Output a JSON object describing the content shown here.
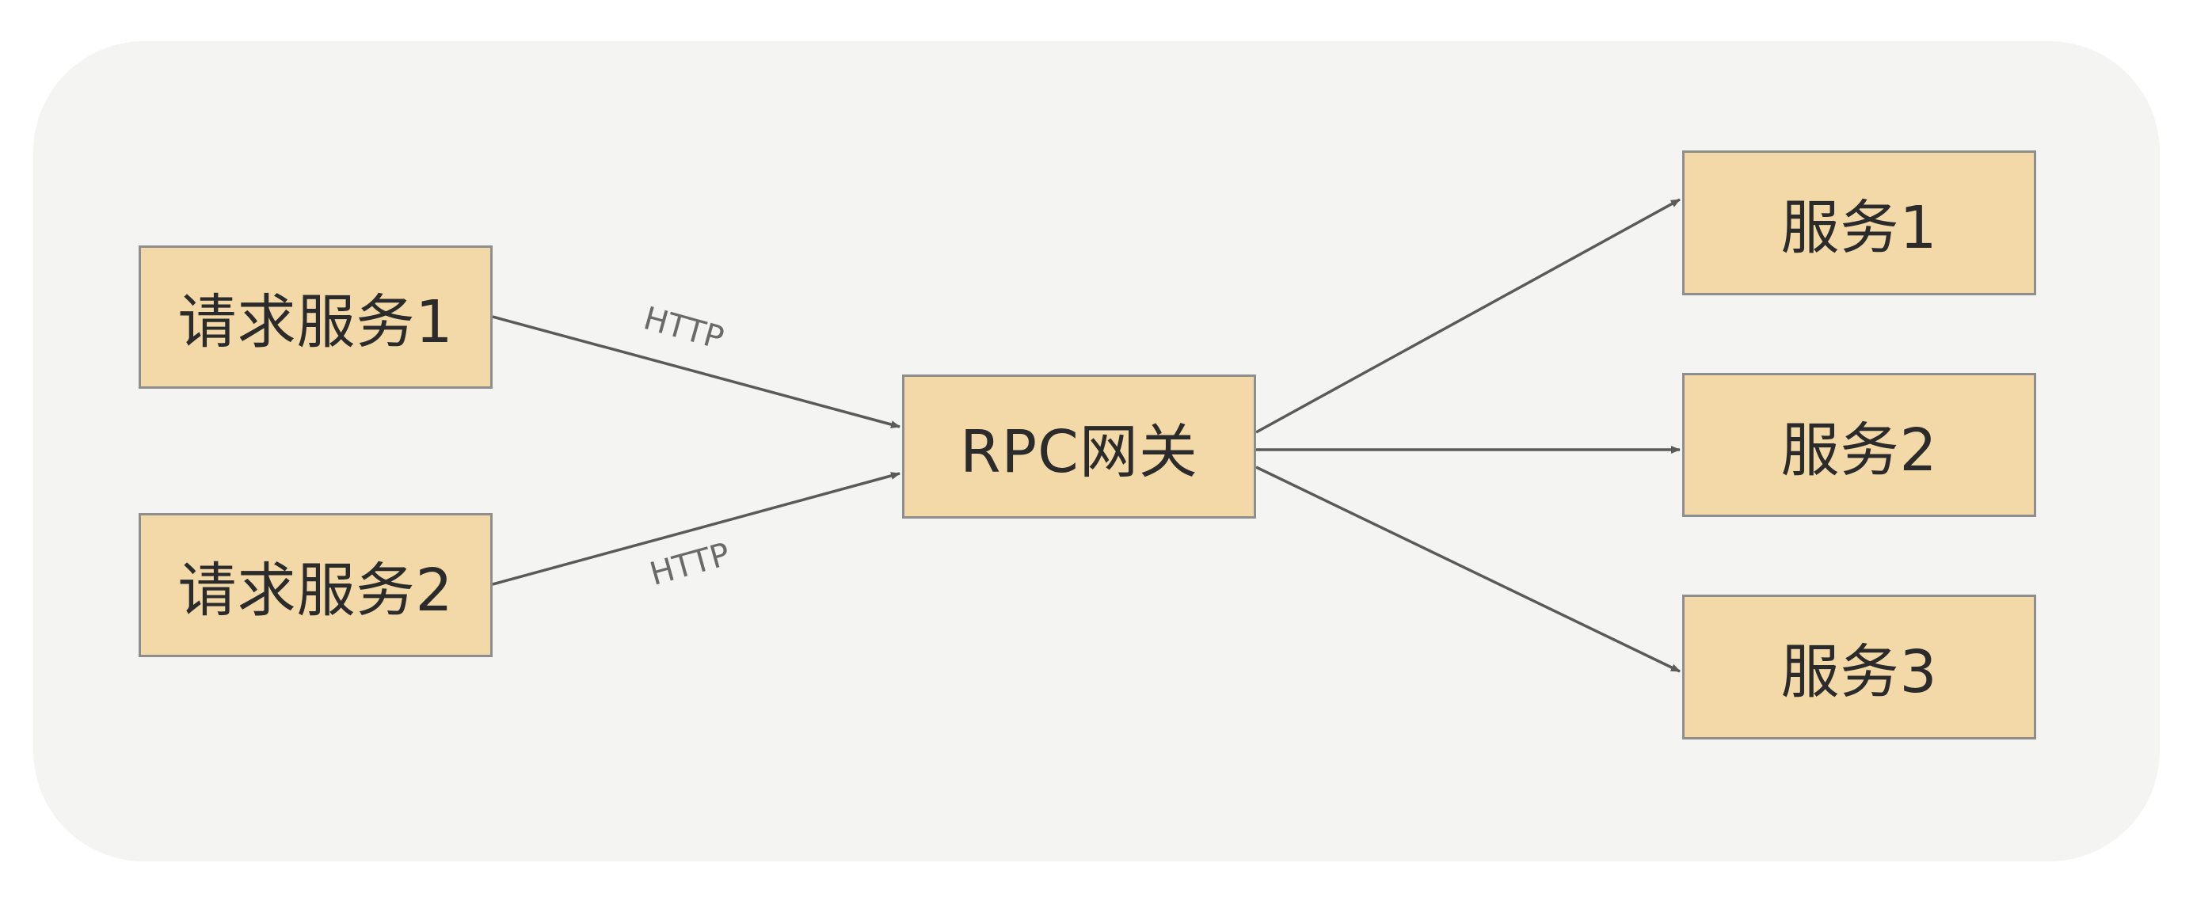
{
  "nodes": {
    "request_service_1": "请求服务1",
    "request_service_2": "请求服务2",
    "gateway": "RPC网关",
    "service_1": "服务1",
    "service_2": "服务2",
    "service_3": "服务3"
  },
  "edges": {
    "request_1_to_gateway_label": "HTTP",
    "request_2_to_gateway_label": "HTTP"
  },
  "colors": {
    "panel_background": "#f4f4f3",
    "box_fill": "#f4d9a8",
    "box_border": "#8e8e8e",
    "edge_line": "#5a5a5a",
    "label_text": "#6a6a6a"
  }
}
